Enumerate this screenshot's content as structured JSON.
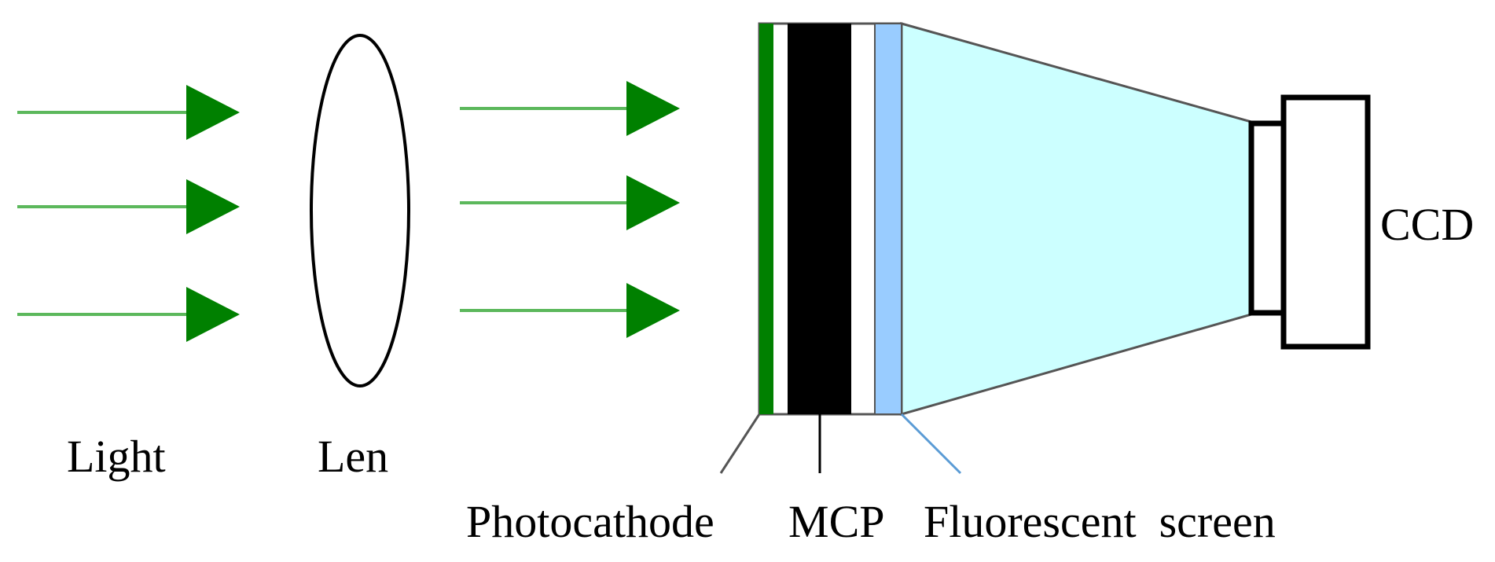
{
  "diagram": {
    "labels": {
      "light": "Light",
      "lens": "Len",
      "photocathode": "Photocathode",
      "mcp": "MCP",
      "fluorescent_screen": "Fluorescent  screen",
      "ccd": "CCD"
    },
    "colors": {
      "arrow": "#008000",
      "arrow_shaft": "#5cb85c",
      "photocathode": "#008000",
      "mcp": "#000000",
      "fluorescent_screen": "#99ccff",
      "fiber_taper": "#ccffff",
      "outline": "#555555",
      "screen_leader": "#5b9bd5"
    },
    "icons": [
      "right-arrow-icon",
      "lens-ellipse-icon",
      "ccd-camera-icon"
    ]
  }
}
